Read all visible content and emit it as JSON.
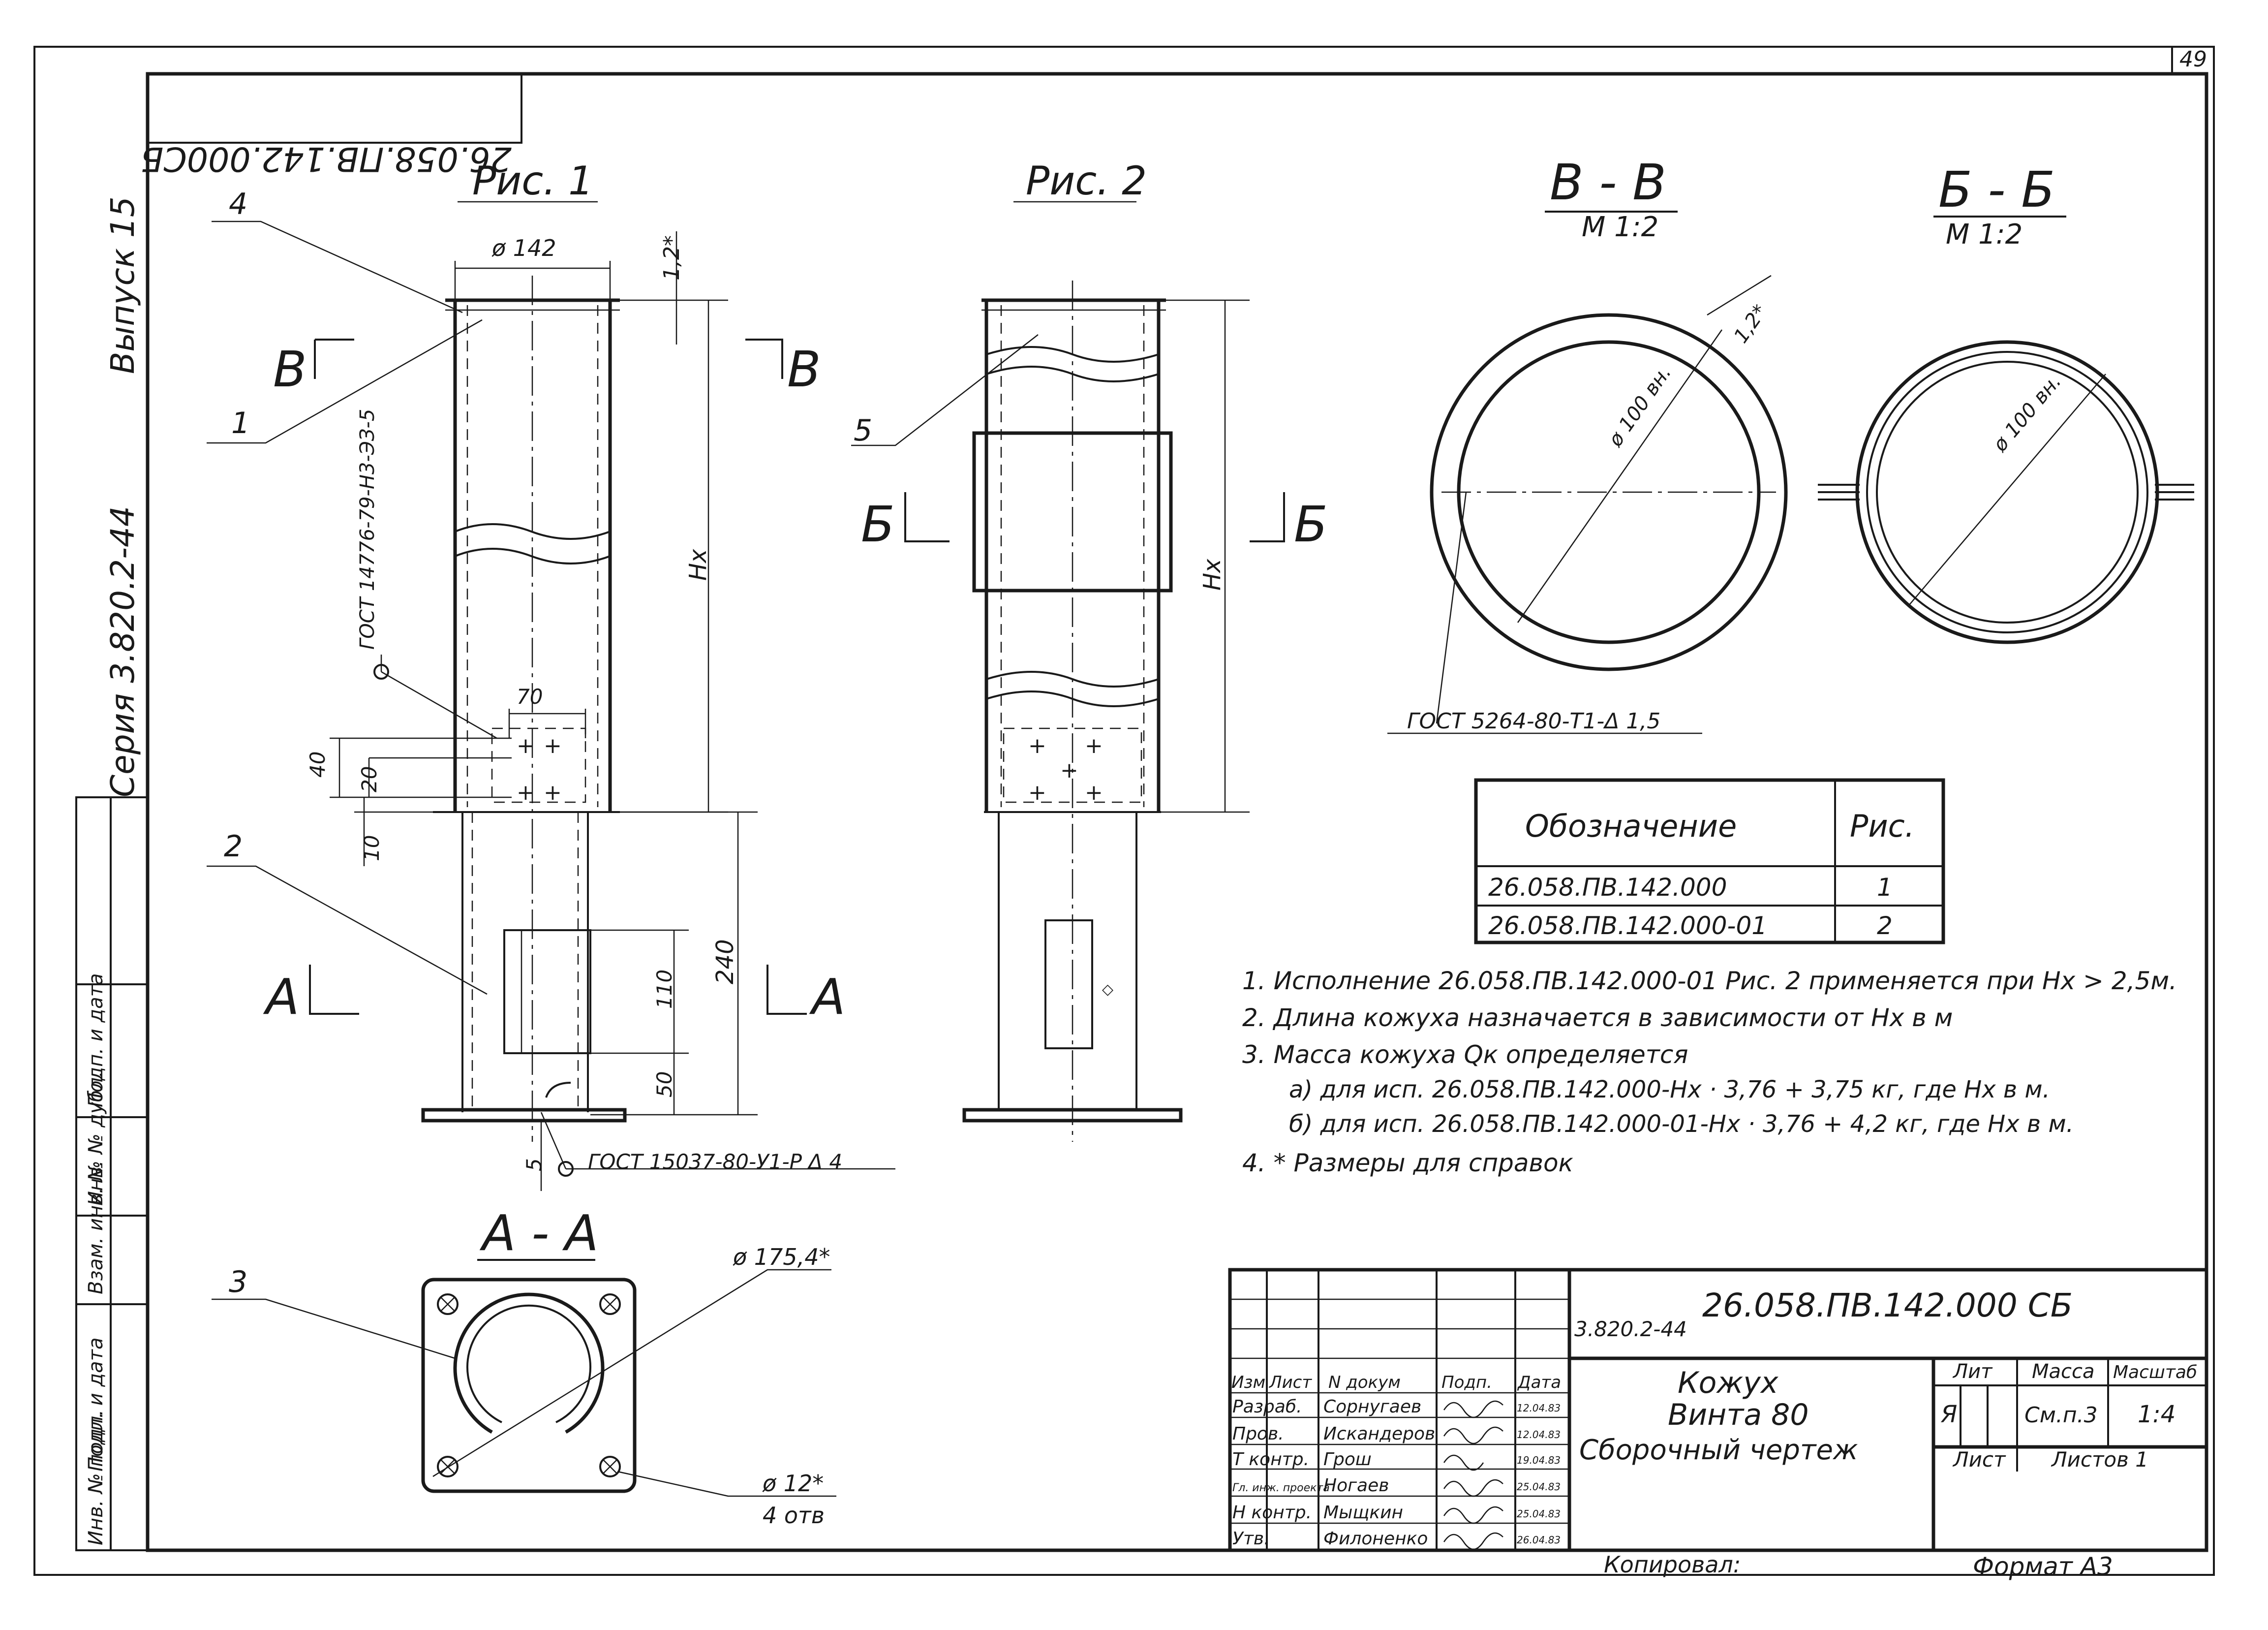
{
  "sheet_number": "49",
  "mirrored_stamp": "26.058.ПВ.142.000СБ",
  "side_labels": {
    "issue": "Выпуск 15",
    "series": "Серия 3.820.2-44"
  },
  "left_strip": [
    "Инв. № подл.",
    "Подп. и дата",
    "Взам. инв. №",
    "Инв. № дубл.",
    "Подп. и дата"
  ],
  "figures": {
    "fig1_title": "Рис. 1",
    "fig2_title": "Рис. 2",
    "section_vv": "В - В",
    "section_vv_scale": "М 1:2",
    "section_bb": "Б - Б",
    "section_bb_scale": "М 1:2",
    "section_aa": "А - А"
  },
  "callouts": {
    "pos1": "1",
    "pos2": "2",
    "pos3": "3",
    "pos4": "4",
    "pos5": "5",
    "cut_v_left": "В",
    "cut_v_right": "В",
    "cut_b_left": "Б",
    "cut_b_right": "Б",
    "cut_a_left": "А",
    "cut_a_right": "А"
  },
  "dimensions": {
    "d142": "ø 142",
    "t12": "1,2*",
    "hx1": "Hх",
    "hx2": "Hх",
    "d70": "70",
    "d40": "40",
    "d20": "20",
    "d10": "10",
    "d240": "240",
    "d110": "110",
    "d50": "50",
    "d5": "5",
    "d100_vv": "ø 100 вн.",
    "t12_vv": "1,2*",
    "d100_bb": "ø 100 вн.",
    "d175": "ø 175,4*",
    "d12": "ø 12*",
    "holes": "4 отв"
  },
  "weld_notes": {
    "gost_14776": "ГОСТ 14776-79-Н3-ЭЗ-5",
    "gost_5264": "ГОСТ 5264-80-Т1-Δ 1,5",
    "gost_15037": "ГОСТ 15037-80-У1-Р Δ 4"
  },
  "designation_table": {
    "headers": [
      "Обозначение",
      "Рис."
    ],
    "rows": [
      [
        "26.058.ПВ.142.000",
        "1"
      ],
      [
        "26.058.ПВ.142.000-01",
        "2"
      ]
    ]
  },
  "notes": [
    "1. Исполнение 26.058.ПВ.142.000-01 Рис. 2 применяется при Hх > 2,5м.",
    "2. Длина кожуха назначается в зависимости от Hх в м",
    "3. Масса кожуха Qк определяется",
    "а) для исп. 26.058.ПВ.142.000-Hх · 3,76 + 3,75 кг, где Hх в м.",
    "б) для исп. 26.058.ПВ.142.000-01-Hх · 3,76 + 4,2 кг, где Hх в м.",
    "4. * Размеры для справок"
  ],
  "title_block": {
    "series_code": "3.820.2-44",
    "doc_code": "26.058.ПВ.142.000 СБ",
    "title_line1": "Кожух",
    "title_line2": "Винта 80",
    "title_line3": "Сборочный чертеж",
    "col_headers": [
      "Изм",
      "Лист",
      "N докум",
      "Подп.",
      "Дата"
    ],
    "people": [
      {
        "role": "Разраб.",
        "name": "Сорнугаев",
        "date": "12.04.83"
      },
      {
        "role": "Пров.",
        "name": "Искандеров",
        "date": "12.04.83"
      },
      {
        "role": "Т контр.",
        "name": "Грош",
        "date": "19.04.83"
      },
      {
        "role": "Гл. инж. проекта",
        "name": "Ногаев",
        "date": "25.04.83"
      },
      {
        "role": "Н контр.",
        "name": "Мыщкин",
        "date": "25.04.83"
      },
      {
        "role": "Утв.",
        "name": "Филоненко",
        "date": "26.04.83"
      }
    ],
    "lit_header": "Лит",
    "mass_header": "Масса",
    "scale_header": "Масштаб",
    "lit_value": "Я",
    "mass_value": "См.п.3",
    "scale_value": "1:4",
    "sheet_label": "Лист",
    "sheets_label": "Листов 1"
  },
  "footer": {
    "copied": "Копировал:",
    "format": "Формат А3"
  }
}
